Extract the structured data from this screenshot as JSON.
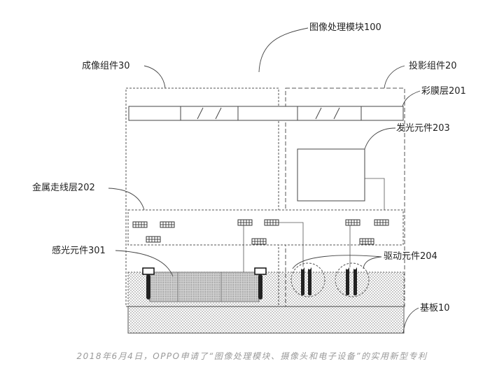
{
  "labels": {
    "image_module": "图像处理模块100",
    "imaging_assembly": "成像组件30",
    "projection_assembly": "投影组件20",
    "color_film": "彩膜层201",
    "light_emitter": "发光元件203",
    "metal_trace": "金属走线层202",
    "photosensor": "感光元件301",
    "driver": "驱动元件204",
    "substrate": "基板10"
  },
  "caption": "2018年6月4日，OPPO申请了“图像处理模块、摄像头和电子设备”的实用新型专利",
  "colors": {
    "line": "#555555",
    "dark": "#222222",
    "dots": "#777777",
    "caption": "#9a9a9a"
  }
}
